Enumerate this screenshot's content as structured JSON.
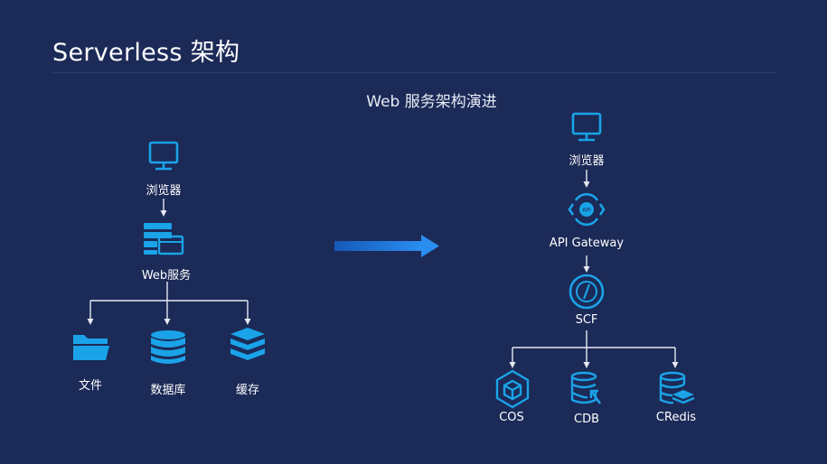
{
  "page": {
    "title": "Serverless 架构",
    "subtitle": "Web 服务架构演进"
  },
  "left_diagram": {
    "browser": "浏览器",
    "web_service": "Web服务",
    "file": "文件",
    "database": "数据库",
    "cache": "缓存"
  },
  "right_diagram": {
    "browser": "浏览器",
    "api_gateway": "API Gateway",
    "scf": "SCF",
    "cos": "COS",
    "cdb": "CDB",
    "credis": "CRedis",
    "api_badge": "API"
  },
  "colors": {
    "background": "#1b2a57",
    "icon_blue": "#1aa3e8",
    "line": "#e6e9f2",
    "arrow_blue": "#1e7ad6"
  }
}
